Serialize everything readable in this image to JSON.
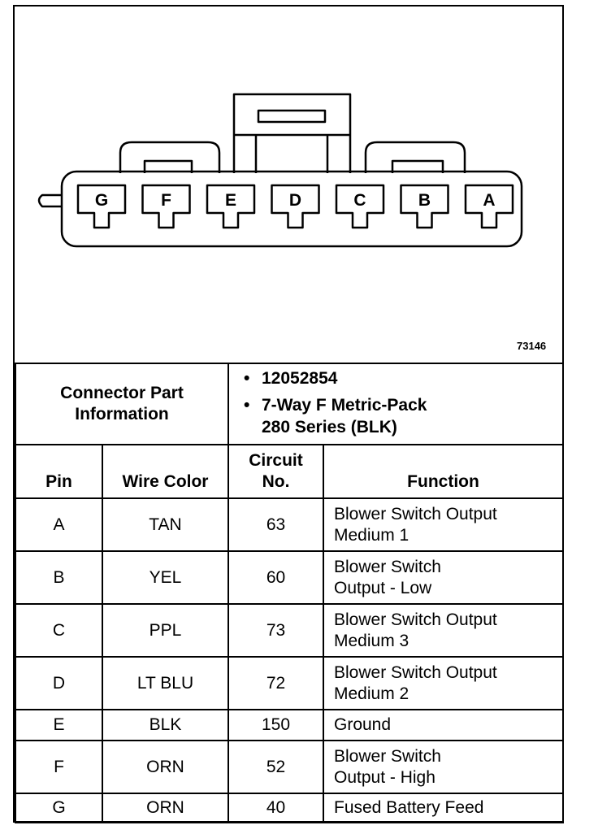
{
  "figure_number": "73146",
  "connector": {
    "pins": [
      "G",
      "F",
      "E",
      "D",
      "C",
      "B",
      "A"
    ]
  },
  "part_info": {
    "label_line1": "Connector Part",
    "label_line2": "Information",
    "part_number": "12052854",
    "description_line1": "7-Way F Metric-Pack",
    "description_line2": "280 Series (BLK)",
    "bullet": "•"
  },
  "columns": {
    "pin": "Pin",
    "wire_color": "Wire Color",
    "circuit_line1": "Circuit",
    "circuit_line2": "No.",
    "function": "Function"
  },
  "rows": [
    {
      "pin": "A",
      "wire_color": "TAN",
      "circuit": "63",
      "function_line1": "Blower Switch Output",
      "function_line2": "Medium 1"
    },
    {
      "pin": "B",
      "wire_color": "YEL",
      "circuit": "60",
      "function_line1": "Blower Switch",
      "function_line2": "Output - Low"
    },
    {
      "pin": "C",
      "wire_color": "PPL",
      "circuit": "73",
      "function_line1": "Blower Switch Output",
      "function_line2": "Medium 3"
    },
    {
      "pin": "D",
      "wire_color": "LT BLU",
      "circuit": "72",
      "function_line1": "Blower Switch Output",
      "function_line2": "Medium 2"
    },
    {
      "pin": "E",
      "wire_color": "BLK",
      "circuit": "150",
      "function_line1": "Ground",
      "function_line2": ""
    },
    {
      "pin": "F",
      "wire_color": "ORN",
      "circuit": "52",
      "function_line1": "Blower Switch",
      "function_line2": "Output - High"
    },
    {
      "pin": "G",
      "wire_color": "ORN",
      "circuit": "40",
      "function_line1": "Fused Battery Feed",
      "function_line2": ""
    }
  ]
}
